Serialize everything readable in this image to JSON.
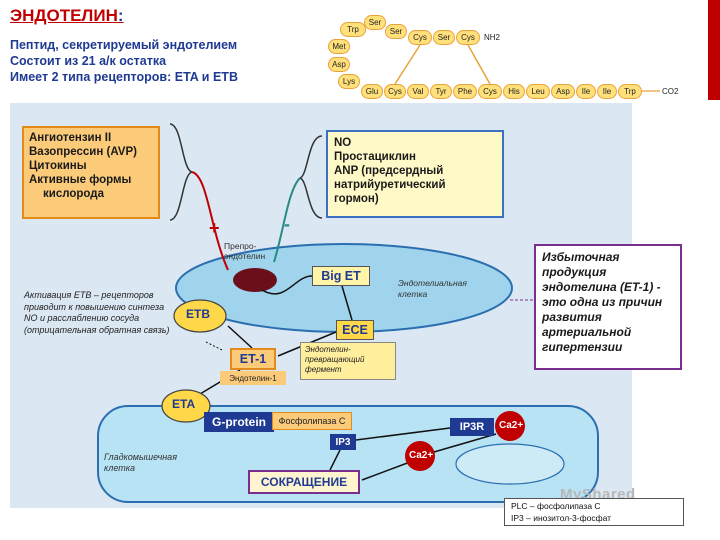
{
  "title": "ЭНДОТЕЛИН",
  "title_colon": ":",
  "subtitle_lines": [
    "Пептид, секретируемый эндотелием",
    "Состоит из 21 а/к остатка",
    "Имеет 2 типа рецепторов: ETA и ETB"
  ],
  "peptide": {
    "residues": [
      "Trp",
      "Ser",
      "Ser",
      "Cys",
      "Ser",
      "Cys",
      "Met",
      "Asp",
      "Lys",
      "Glu",
      "Cys",
      "Val",
      "Tyr",
      "Phe",
      "Cys",
      "His",
      "Leu",
      "Asp",
      "Ile",
      "Ile",
      "Trp"
    ],
    "n_term": "NH2",
    "c_term": "CO2"
  },
  "stimuli_box": [
    "Ангиотензин II",
    "Вазопрессин (AVP)",
    "Цитокины",
    "Активные формы",
    "кислорода"
  ],
  "inhibitors_box": [
    "NO",
    "Простациклин",
    "ANP (предсердный",
    "натрийуретический",
    "гормон)"
  ],
  "plus_sign": "+",
  "minus_sign": "-",
  "prepro_label": "Препро-эндотелин",
  "big_et": "Big ET",
  "endothelial_cell": "Эндотелиальная клетка",
  "ece": "ECE",
  "ece_desc": [
    "Эндотелин-",
    "превращающий",
    "фермент"
  ],
  "et1": "ET-1",
  "et1_label": "Эндотелин-1",
  "etb": "ETB",
  "eta": "ETA",
  "feedback_text": "Активация ETB – рецепторов приводит к повышению синтеза NO и расслаблению сосуда (отрицательная обратная связь)",
  "g_protein": "G-protein",
  "plc": "Фосфолипаза С",
  "ip3": "IP3",
  "ip3r": "IP3R",
  "ca": "Ca2+",
  "contraction": "СОКРАЩЕНИЕ",
  "smooth_muscle": "Гладкомышечная клетка",
  "excess_text": "Избыточная продукция эндотелина (ET-1) - это одна из причин развития артериальной гипертензии",
  "legend": [
    "PLC – фосфолипаза С",
    "IP3 – инозитол-3-фосфат"
  ],
  "watermark": "MyShared",
  "colors": {
    "title_red": "#c00000",
    "navy": "#1f3a93",
    "orange": "#fbcb7a",
    "cell": "#dbe7f3"
  }
}
